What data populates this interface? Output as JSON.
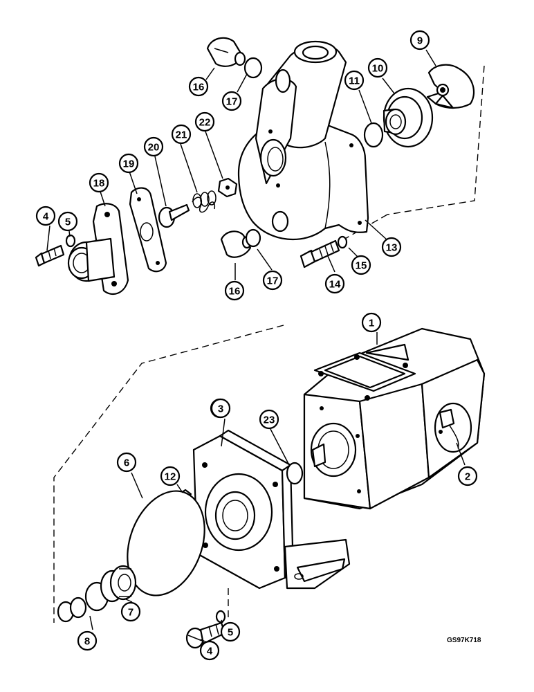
{
  "drawing_code": "GS97K718",
  "callouts": [
    {
      "label": "1"
    },
    {
      "label": "2"
    },
    {
      "label": "3"
    },
    {
      "label": "3"
    },
    {
      "label": "4"
    },
    {
      "label": "4"
    },
    {
      "label": "5"
    },
    {
      "label": "5"
    },
    {
      "label": "6"
    },
    {
      "label": "7"
    },
    {
      "label": "8"
    },
    {
      "label": "9"
    },
    {
      "label": "10"
    },
    {
      "label": "11"
    },
    {
      "label": "12"
    },
    {
      "label": "13"
    },
    {
      "label": "14"
    },
    {
      "label": "15"
    },
    {
      "label": "16"
    },
    {
      "label": "16"
    },
    {
      "label": "17"
    },
    {
      "label": "17"
    },
    {
      "label": "18"
    },
    {
      "label": "19"
    },
    {
      "label": "20"
    },
    {
      "label": "21"
    },
    {
      "label": "22"
    },
    {
      "label": "23"
    }
  ]
}
